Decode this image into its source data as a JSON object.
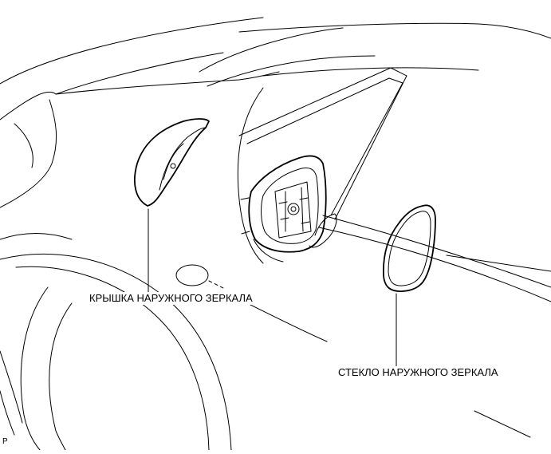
{
  "labels": {
    "mirror_cover": "КРЫШКА НАРУЖНОГО ЗЕРКАЛА",
    "mirror_glass": "СТЕКЛО НАРУЖНОГО ЗЕРКАЛА"
  },
  "corner_code": "P",
  "colors": {
    "line": "#000000",
    "background": "#ffffff"
  }
}
